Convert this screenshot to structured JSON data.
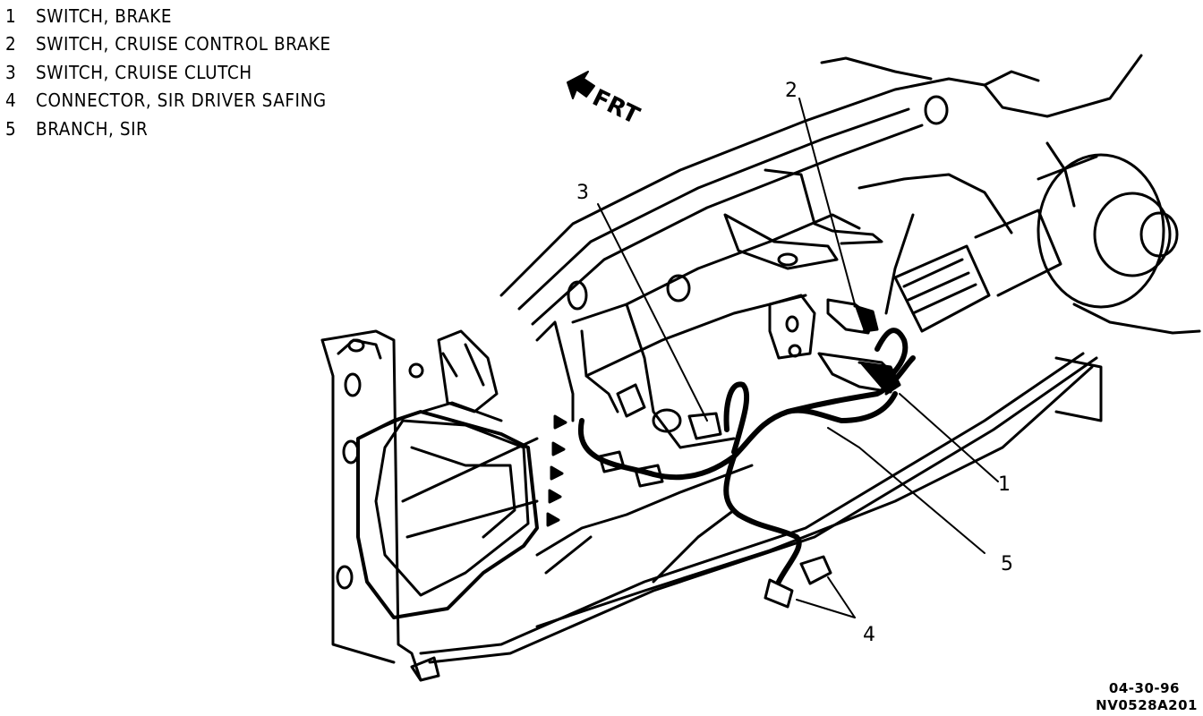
{
  "legend": [
    {
      "num": "1",
      "label": "SWITCH, BRAKE"
    },
    {
      "num": "2",
      "label": "SWITCH, CRUISE CONTROL BRAKE"
    },
    {
      "num": "3",
      "label": "SWITCH, CRUISE CLUTCH"
    },
    {
      "num": "4",
      "label": "CONNECTOR, SIR DRIVER SAFING"
    },
    {
      "num": "5",
      "label": "BRANCH, SIR"
    }
  ],
  "callouts": {
    "c1": "1",
    "c2": "2",
    "c3": "3",
    "c4": "4",
    "c5": "5"
  },
  "direction_label": "FRT",
  "date_code": "04-30-96",
  "figure_code": "NV0528A201"
}
